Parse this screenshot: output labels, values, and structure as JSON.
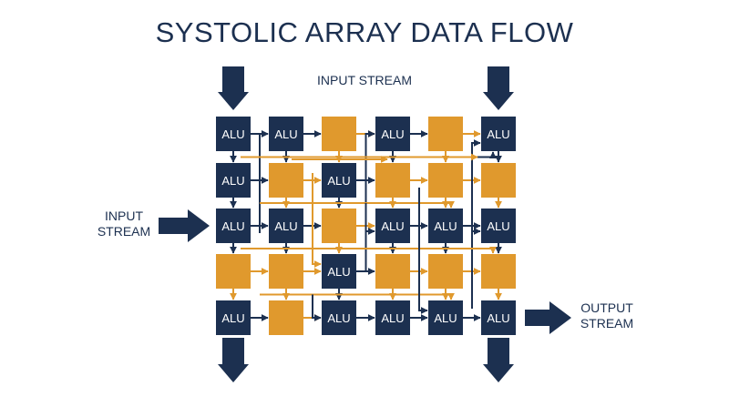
{
  "title": "SYSTOLIC ARRAY DATA FLOW",
  "labels": {
    "top_input": "INPUT STREAM",
    "left_input": [
      "INPUT",
      "STREAM"
    ],
    "output": [
      "OUTPUT",
      "STREAM"
    ]
  },
  "colors": {
    "navy": "#1c3050",
    "orange": "#e0992d",
    "text_on_navy": "#ffffff"
  },
  "cell_text": "ALU",
  "grid": [
    [
      "ALU",
      "ALU",
      "",
      "ALU",
      "",
      "ALU"
    ],
    [
      "ALU",
      "",
      "ALU",
      "",
      "",
      ""
    ],
    [
      "ALU",
      "ALU",
      "",
      "ALU",
      "ALU",
      "ALU"
    ],
    [
      "",
      "",
      "ALU",
      "",
      "",
      ""
    ],
    [
      "ALU",
      "",
      "ALU",
      "ALU",
      "ALU",
      "ALU"
    ]
  ]
}
